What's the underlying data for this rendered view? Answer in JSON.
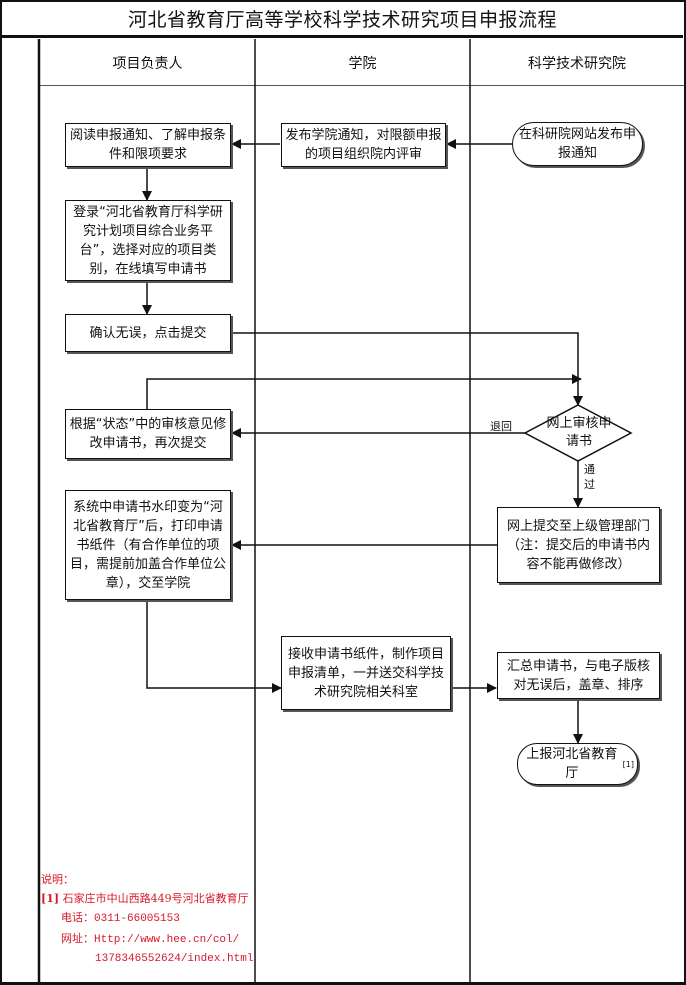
{
  "title": "河北省教育厅高等学校科学技术研究项目申报流程",
  "lanes": [
    {
      "label": "项目负责人"
    },
    {
      "label": "学院"
    },
    {
      "label": "科学技术研究院"
    }
  ],
  "nodes": {
    "publish_notice": "在科研院网站发布申报通知",
    "college_notice": "发布学院通知，对限额申报的项目组织院内评审",
    "read_notice": "阅读申报通知、了解申报条件和限项要求",
    "login_fill": "登录“河北省教育厅科学研究计划项目综合业务平台”，选择对应的项目类别，在线填写申请书",
    "confirm_submit": "确认无误，点击提交",
    "review": "网上审核申请书",
    "revise": "根据“状态”中的审核意见修改申请书，再次提交",
    "submit_upper": "网上提交至上级管理部门（注：提交后的申请书内容不能再做修改）",
    "print": "系统中申请书水印变为“河北省教育厅”后，打印申请书纸件（有合作单位的项目，需提前加盖合作单位公章），交至学院",
    "receive": "接收申请书纸件，制作项目申报清单，一并送交科学技术研究院相关科室",
    "summarize": "汇总申请书，与电子版核对无误后，盖章、排序",
    "report": "上报河北省教育厅",
    "report_sup": "[1]"
  },
  "edge_labels": {
    "return": "退回",
    "pass": "通过"
  },
  "notes": {
    "heading": "说明：",
    "ref": "[1]",
    "address": "石家庄市中山西路449号河北省教育厅",
    "phone_label": "电话：",
    "phone": "0311-66005153",
    "url_label": "网址：",
    "url_line1": "Http://www.hee.cn/col/",
    "url_line2": "1378346552624/index.html"
  },
  "colors": {
    "line": "#111111",
    "note": "#d8182a"
  }
}
